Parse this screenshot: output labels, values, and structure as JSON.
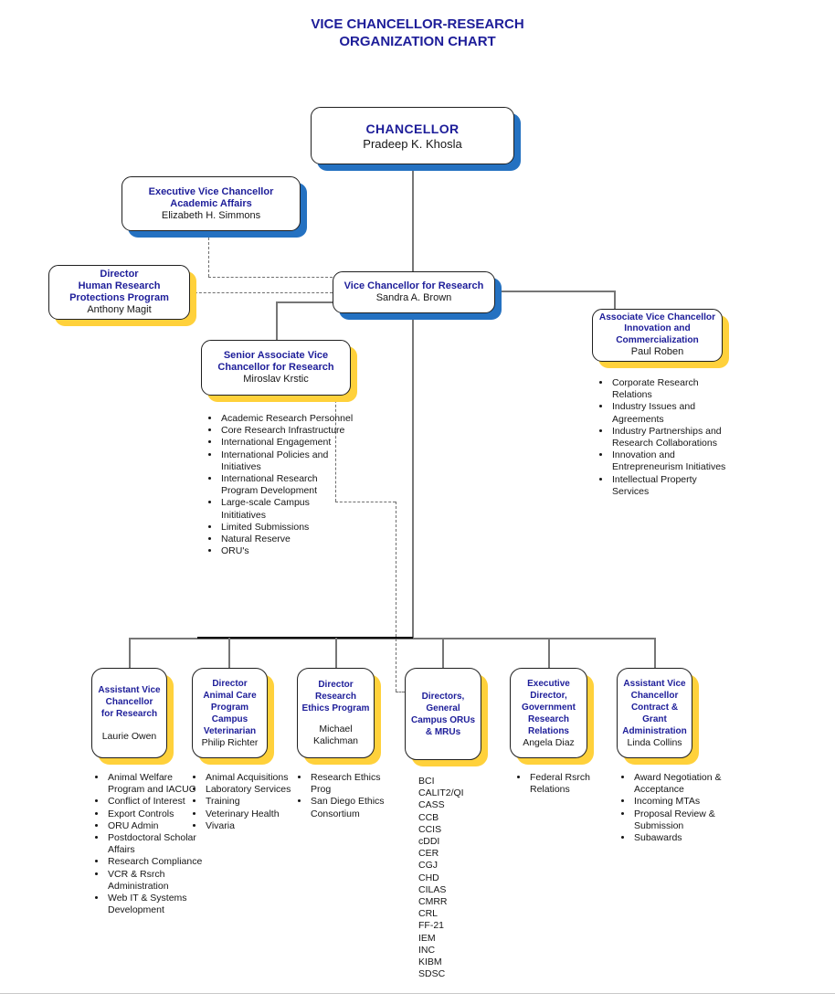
{
  "page_title": "VICE CHANCELLOR-RESEARCH\nORGANIZATION CHART",
  "colors": {
    "heading_navy": "#1d1d99",
    "shadow_blue": "#2471c1",
    "shadow_yellow": "#ffd13b",
    "connector_gray": "#767676"
  },
  "nodes": {
    "chancellor": {
      "title": "CHANCELLOR",
      "name": "Pradeep K. Khosla"
    },
    "evc_academic": {
      "title": "Executive Vice Chancellor\nAcademic Affairs",
      "name": "Elizabeth H. Simmons"
    },
    "hrpp_director": {
      "title": "Director\nHuman Research\nProtections Program",
      "name": "Anthony Magit"
    },
    "vc_research": {
      "title": "Vice Chancellor for Research",
      "name": "Sandra A. Brown"
    },
    "avc_innovation": {
      "title": "Associate Vice Chancellor\nInnovation and\nCommercialization",
      "name": "Paul Roben"
    },
    "savc_research": {
      "title": "Senior Associate Vice\nChancellor for Research",
      "name": "Miroslav Krstic"
    },
    "asst_vc_research": {
      "title": "Assistant Vice\nChancellor\nfor Research",
      "name": "Laurie Owen"
    },
    "animal_care": {
      "title": "Director\nAnimal Care\nProgram\nCampus\nVeterinarian",
      "name": "Philip Richter"
    },
    "ethics_director": {
      "title": "Director\nResearch\nEthics Program",
      "name": "Michael\nKalichman"
    },
    "orus_mrus": {
      "title": "Directors,\nGeneral\nCampus ORUs\n& MRUs",
      "name": ""
    },
    "govt_relations": {
      "title": "Executive\nDirector,\nGovernment\nResearch\nRelations",
      "name": "Angela Diaz"
    },
    "contract_grant": {
      "title": "Assistant Vice\nChancellor\nContract &\nGrant\nAdministration",
      "name": "Linda Collins"
    }
  },
  "lists": {
    "savc_research": [
      "Academic Research Personnel",
      "Core Research Infrastructure",
      "International Engagement",
      "International Policies and Initiatives",
      "International Research Program Development",
      "Large-scale Campus Inititiatives",
      "Limited Submissions",
      "Natural Reserve",
      "ORU's"
    ],
    "avc_innovation": [
      "Corporate Research Relations",
      "Industry Issues and Agreements",
      "Industry Partnerships and Research Collaborations",
      "Innovation and Entrepreneurism Initiatives",
      "Intellectual Property Services"
    ],
    "asst_vc_research": [
      "Animal Welfare Program and IACUC",
      "Conflict of Interest",
      "Export Controls",
      "ORU Admin",
      "Postdoctoral Scholar Affairs",
      "Research Compliance",
      "VCR & Rsrch Administration",
      "Web IT & Systems Development"
    ],
    "animal_care": [
      "Animal Acquisitions",
      "Laboratory Services",
      "Training",
      "Veterinary Health",
      "Vivaria"
    ],
    "ethics_director": [
      "Research Ethics Prog",
      "San Diego Ethics Consortium"
    ],
    "orus_mrus": [
      "BCI",
      "CALIT2/QI",
      "CASS",
      "CCB",
      "CCIS",
      "cDDI",
      "CER",
      "CGJ",
      "CHD",
      "CILAS",
      "CMRR",
      "CRL",
      "FF-21",
      "IEM",
      "INC",
      "KIBM",
      "SDSC"
    ],
    "govt_relations": [
      "Federal Rsrch Relations"
    ],
    "contract_grant": [
      "Award Negotiation & Acceptance",
      "Incoming MTAs",
      "Proposal Review & Submission",
      "Subawards"
    ]
  }
}
